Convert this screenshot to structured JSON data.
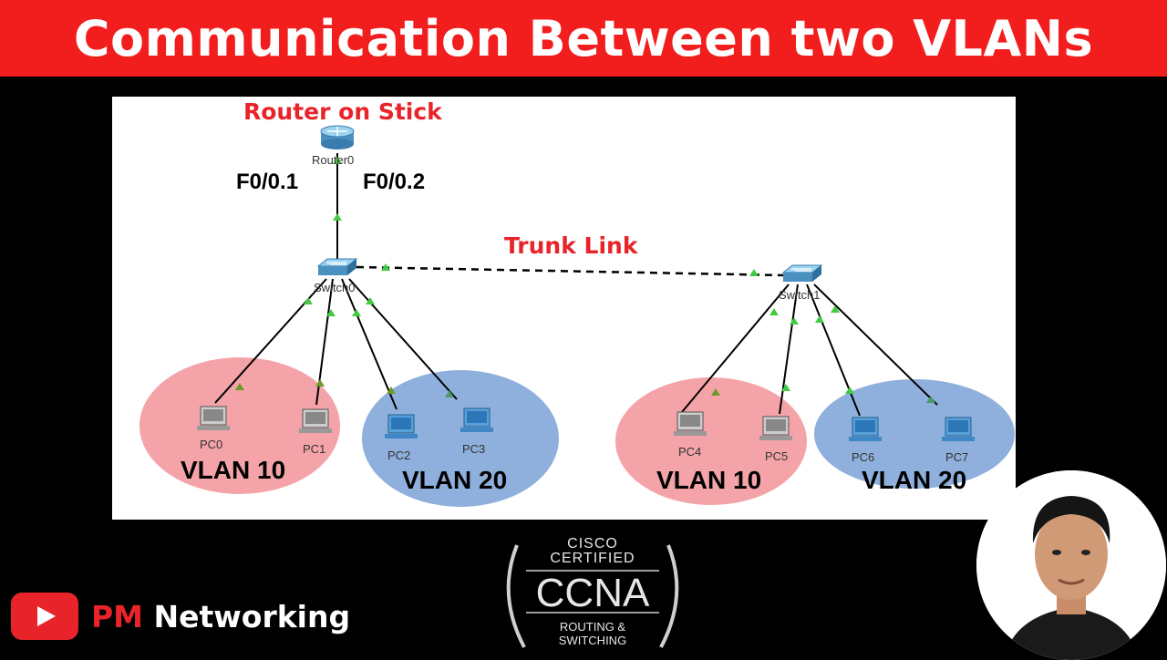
{
  "banner": {
    "title": "Communication Between two VLANs"
  },
  "topology": {
    "router_heading": "Router on Stick",
    "router_name": "Router0",
    "port_left": "F0/0.1",
    "port_right": "F0/0.2",
    "trunk_label": "Trunk Link",
    "switches": [
      "Switch0",
      "Switch1"
    ],
    "pcs": [
      "PC0",
      "PC1",
      "PC2",
      "PC3",
      "PC4",
      "PC5",
      "PC6",
      "PC7"
    ],
    "vlans": [
      "VLAN 10",
      "VLAN 20",
      "VLAN 10",
      "VLAN 20"
    ]
  },
  "channel": {
    "pm": "PM",
    "name": "Networking",
    "icon": "youtube-play-icon"
  },
  "badge": {
    "line1": "CISCO",
    "line2": "CERTIFIED",
    "main": "CCNA",
    "line3": "ROUTING &",
    "line4": "SWITCHING"
  },
  "colors": {
    "banner": "#f21d1d",
    "vlan10": "#f4a4a8",
    "vlan20": "#8fb0dc",
    "link_up": "#44c944",
    "accent_red": "#e8242a"
  }
}
